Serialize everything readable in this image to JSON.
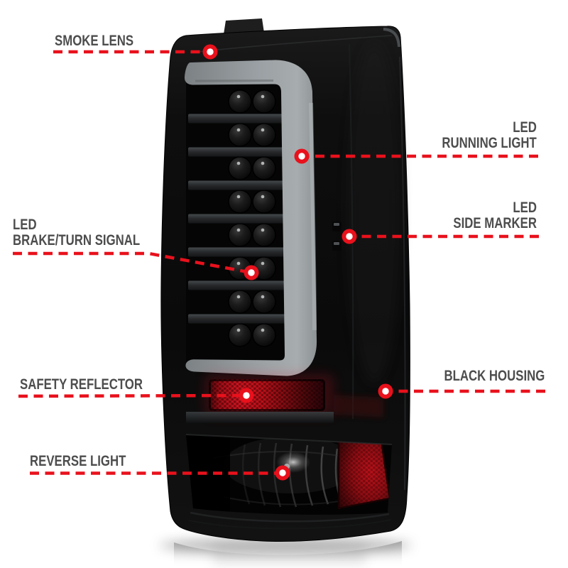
{
  "page": {
    "background": "#ffffff"
  },
  "colors": {
    "accent_red": "#e8111c",
    "label_gray": "#4d4d4d",
    "housing_black": "#0b0b0b",
    "tube_gray": "#9aa0a3",
    "reflector_red": "#c81420",
    "reverse_reflector_red": "#a31119",
    "page_bg": "#ffffff"
  },
  "product": {
    "name": "smoked LED tail light with light bar"
  },
  "callouts": [
    {
      "id": "smoke-lens",
      "align": "left",
      "lines": {
        "l1": "SMOKE LENS"
      }
    },
    {
      "id": "led-running-light",
      "align": "right",
      "lines": {
        "l1": "LED",
        "l2": "RUNNING LIGHT"
      }
    },
    {
      "id": "led-side-marker",
      "align": "right",
      "lines": {
        "l1": "LED",
        "l2": "SIDE MARKER"
      }
    },
    {
      "id": "led-brake-turn-signal",
      "align": "left",
      "lines": {
        "l1": "LED",
        "l2": "BRAKE/TURN SIGNAL"
      }
    },
    {
      "id": "safety-reflector",
      "align": "left",
      "lines": {
        "l1": "SAFETY REFLECTOR"
      }
    },
    {
      "id": "black-housing",
      "align": "right",
      "lines": {
        "l1": "BLACK HOUSING"
      }
    },
    {
      "id": "reverse-light",
      "align": "left",
      "lines": {
        "l1": "REVERSE LIGHT"
      }
    }
  ]
}
